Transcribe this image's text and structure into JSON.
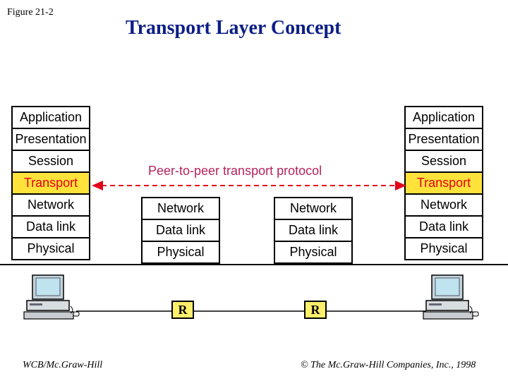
{
  "figure_label": "Figure 21-2",
  "title": "Transport Layer Concept",
  "host_left": [
    "Application",
    "Presentation",
    "Session",
    "Transport",
    "Network",
    "Data link",
    "Physical"
  ],
  "router_stack_1": [
    "Network",
    "Data link",
    "Physical"
  ],
  "router_stack_2": [
    "Network",
    "Data link",
    "Physical"
  ],
  "host_right": [
    "Application",
    "Presentation",
    "Session",
    "Transport",
    "Network",
    "Data link",
    "Physical"
  ],
  "protocol_label": "Peer-to-peer transport protocol",
  "router_label": "R",
  "footer_left": "WCB/Mc.Graw-Hill",
  "footer_right": "The Mc.Graw-Hill Companies, Inc., 1998",
  "copyright_symbol": "©",
  "colors": {
    "title": "#0b1e86",
    "highlight_bg": "#ffe23a",
    "highlight_text": "#e3001b",
    "arrow": "#e3001b",
    "protocol_text": "#b4235e",
    "router_bg": "#ffef6a"
  },
  "icons": [
    "computer-icon",
    "router-icon",
    "arrow-icon"
  ]
}
